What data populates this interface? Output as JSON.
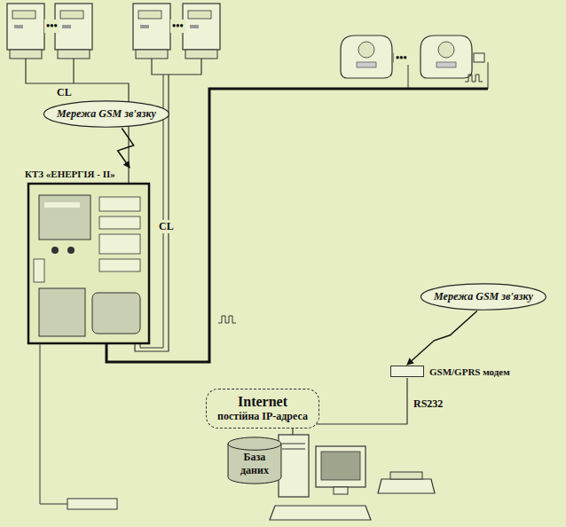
{
  "diagram": {
    "nodes": [
      {
        "text": [
          "Мережа GSM зв'язку"
        ]
      },
      {
        "text": [
          "КТЗ «ЕНЕРГІЯ - II»"
        ]
      },
      {
        "text": [
          "Internet",
          "постійна IP-адреса"
        ]
      },
      {
        "text": [
          "Мережа GSM зв'язку"
        ]
      },
      {
        "text": [
          "GSM/GPRS модем"
        ]
      },
      {
        "text": [
          "База даних"
        ]
      }
    ],
    "edges": [
      {
        "from": 0,
        "to": 1,
        "arrow": "to"
      },
      {
        "from": 3,
        "to": 4,
        "arrow": "to"
      }
    ],
    "labels": [
      "CL",
      "CL",
      "•••",
      "•••",
      "•••",
      "RS232"
    ]
  }
}
